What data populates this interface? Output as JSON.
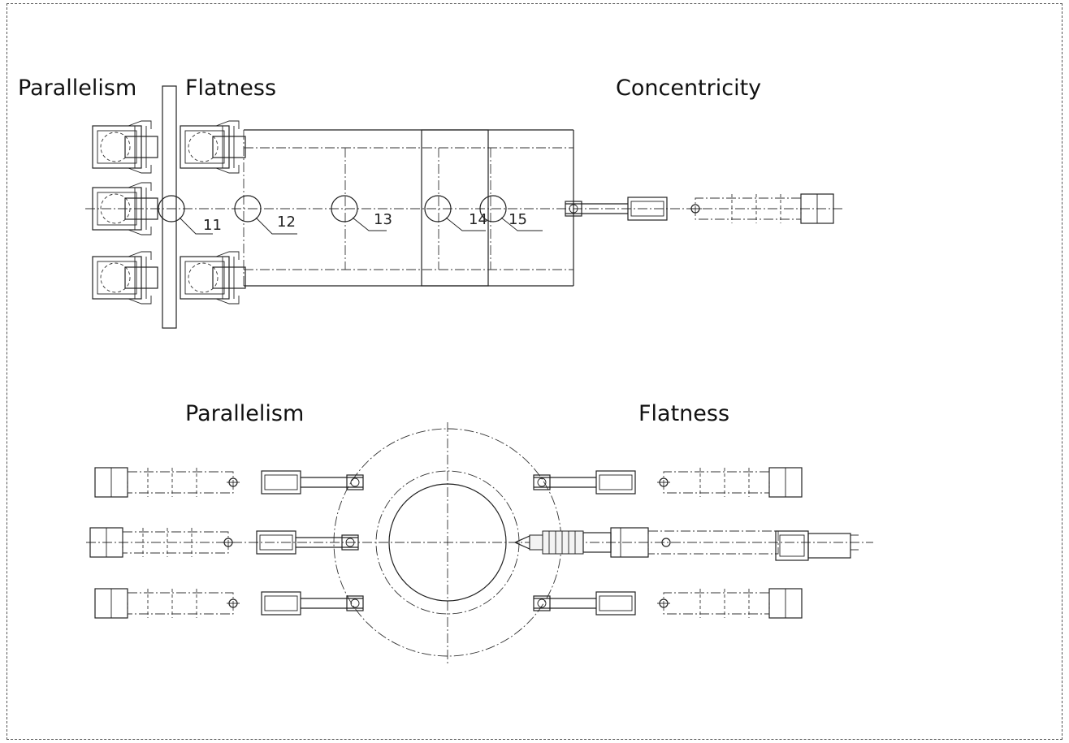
{
  "labels": {
    "top_parallelism": "Parallelism",
    "top_flatness": "Flatness",
    "top_concentricity": "Concentricity",
    "bottom_parallelism": "Parallelism",
    "bottom_flatness": "Flatness"
  },
  "balloons": [
    "11",
    "12",
    "13",
    "14",
    "15"
  ],
  "border": {
    "style": "dashed",
    "color": "#555555"
  }
}
